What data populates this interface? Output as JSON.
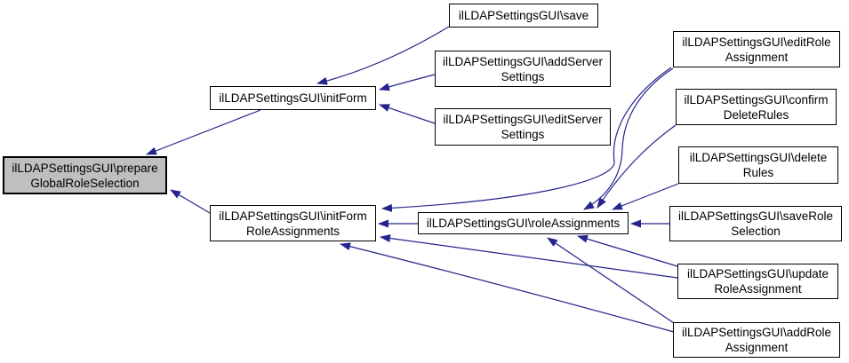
{
  "diagram": {
    "type": "caller-graph",
    "background_color": "#ffffff",
    "edge_color": "#24248c",
    "node_border_color": "#000000",
    "node_fill_color": "#ffffff",
    "highlighted_node_fill": "#bfbfbf",
    "nodes": {
      "prepareGlobalRoleSelection": {
        "line1": "ilLDAPSettingsGUI\\prepare",
        "line2": "GlobalRoleSelection",
        "highlighted": true
      },
      "initForm": {
        "line1": "ilLDAPSettingsGUI\\initForm"
      },
      "save": {
        "line1": "ilLDAPSettingsGUI\\save"
      },
      "addServerSettings": {
        "line1": "ilLDAPSettingsGUI\\addServer",
        "line2": "Settings"
      },
      "editServerSettings": {
        "line1": "ilLDAPSettingsGUI\\editServer",
        "line2": "Settings"
      },
      "initFormRoleAssignments": {
        "line1": "ilLDAPSettingsGUI\\initForm",
        "line2": "RoleAssignments"
      },
      "roleAssignments": {
        "line1": "ilLDAPSettingsGUI\\roleAssignments"
      },
      "editRoleAssignment": {
        "line1": "ilLDAPSettingsGUI\\editRole",
        "line2": "Assignment"
      },
      "confirmDeleteRules": {
        "line1": "ilLDAPSettingsGUI\\confirm",
        "line2": "DeleteRules"
      },
      "deleteRules": {
        "line1": "ilLDAPSettingsGUI\\delete",
        "line2": "Rules"
      },
      "saveRoleSelection": {
        "line1": "ilLDAPSettingsGUI\\saveRole",
        "line2": "Selection"
      },
      "updateRoleAssignment": {
        "line1": "ilLDAPSettingsGUI\\update",
        "line2": "RoleAssignment"
      },
      "addRoleAssignment": {
        "line1": "ilLDAPSettingsGUI\\addRole",
        "line2": "Assignment"
      }
    },
    "edges": [
      {
        "from": "initForm",
        "to": "prepareGlobalRoleSelection"
      },
      {
        "from": "initFormRoleAssignments",
        "to": "prepareGlobalRoleSelection"
      },
      {
        "from": "save",
        "to": "initForm"
      },
      {
        "from": "addServerSettings",
        "to": "initForm"
      },
      {
        "from": "editServerSettings",
        "to": "initForm"
      },
      {
        "from": "roleAssignments",
        "to": "initFormRoleAssignments"
      },
      {
        "from": "editRoleAssignment",
        "to": "initFormRoleAssignments"
      },
      {
        "from": "updateRoleAssignment",
        "to": "initFormRoleAssignments"
      },
      {
        "from": "addRoleAssignment",
        "to": "initFormRoleAssignments"
      },
      {
        "from": "editRoleAssignment",
        "to": "roleAssignments"
      },
      {
        "from": "confirmDeleteRules",
        "to": "roleAssignments"
      },
      {
        "from": "deleteRules",
        "to": "roleAssignments"
      },
      {
        "from": "saveRoleSelection",
        "to": "roleAssignments"
      },
      {
        "from": "updateRoleAssignment",
        "to": "roleAssignments"
      },
      {
        "from": "addRoleAssignment",
        "to": "roleAssignments"
      }
    ]
  }
}
